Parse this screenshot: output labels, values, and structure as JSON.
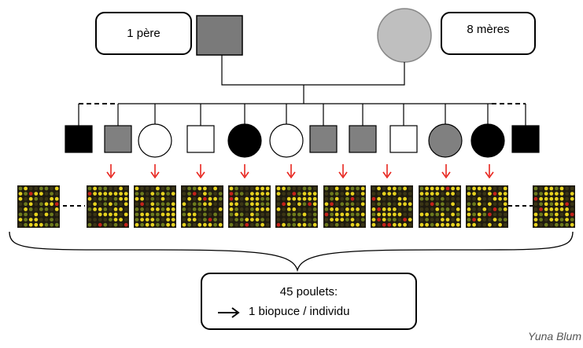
{
  "pedigree": {
    "father_label": "1 père",
    "mothers_label": "8 mères",
    "summary_title": "45 poulets:",
    "summary_detail": "1 biopuce / individu",
    "credit": "Yuna Blum"
  },
  "offspring": [
    {
      "shape": "square",
      "fill": "black"
    },
    {
      "shape": "square",
      "fill": "gray"
    },
    {
      "shape": "circle",
      "fill": "white"
    },
    {
      "shape": "square",
      "fill": "white"
    },
    {
      "shape": "circle",
      "fill": "black"
    },
    {
      "shape": "circle",
      "fill": "white"
    },
    {
      "shape": "square",
      "fill": "gray"
    },
    {
      "shape": "square",
      "fill": "gray"
    },
    {
      "shape": "square",
      "fill": "white"
    },
    {
      "shape": "circle",
      "fill": "gray"
    },
    {
      "shape": "circle",
      "fill": "black"
    },
    {
      "shape": "square",
      "fill": "black"
    }
  ],
  "colors": {
    "black": "#000000",
    "gray": "#808080",
    "white": "#ffffff",
    "father": "#7a7a7a",
    "mother": "#bfbfbf",
    "arrow": "#e8261f",
    "microarray_bg": "#1e1a0f",
    "spot_yellow": "#e6d21e",
    "spot_green": "#6d7a1c",
    "spot_red": "#c4221a",
    "spot_dark": "#3a3515"
  }
}
